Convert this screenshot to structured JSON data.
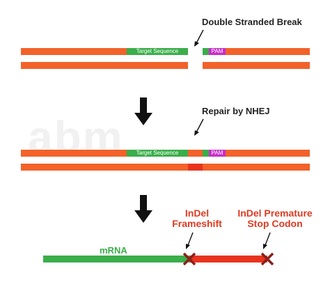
{
  "watermark": "abm",
  "section1": {
    "caption": "Double Stranded Break",
    "target_label": "Target Sequence",
    "pam_label": "PAM"
  },
  "section2": {
    "caption": "Repair by NHEJ",
    "target_label": "Target Sequence",
    "pam_label": "PAM"
  },
  "section3": {
    "mrna_label": "mRNA",
    "indel_frameshift": "InDel\nFrameshift",
    "indel_stop": "InDel Premature\nStop Codon"
  },
  "colors": {
    "orange": "#f2622a",
    "green": "#3aae4a",
    "red": "#e8341f",
    "magenta": "#c72fc8",
    "cross": "#8b1f1a"
  }
}
